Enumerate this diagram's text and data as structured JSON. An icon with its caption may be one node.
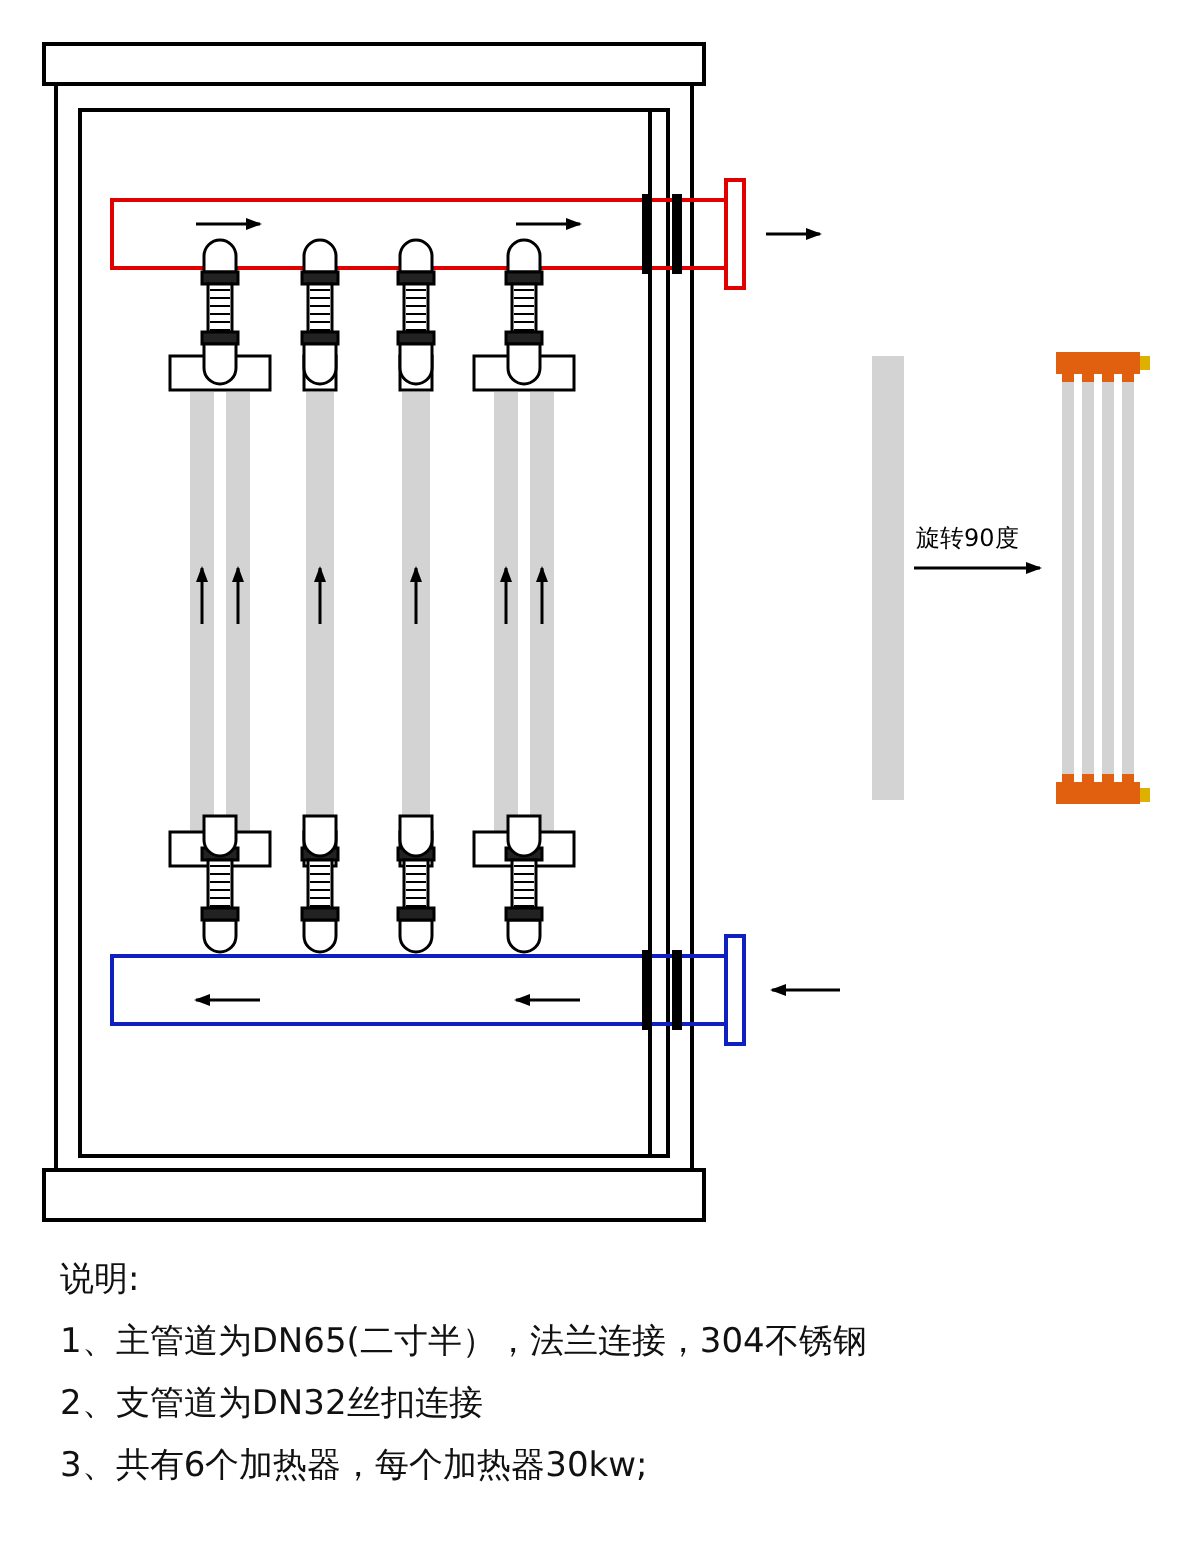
{
  "diagram": {
    "nodes": [
      {
        "text": [],
        "shape": "bar"
      },
      {
        "text": [],
        "shape": "picture"
      }
    ],
    "edges": [
      {
        "from": 0,
        "to": 1,
        "label": "旋转90度",
        "arrow": "to"
      }
    ],
    "labels": [
      "说明:",
      "1、主管道为DN65(二寸半），法兰连接，304不锈钢",
      "2、支管道为DN32丝扣连接",
      "3、共有6个加热器，每个加热器30kw;"
    ]
  }
}
